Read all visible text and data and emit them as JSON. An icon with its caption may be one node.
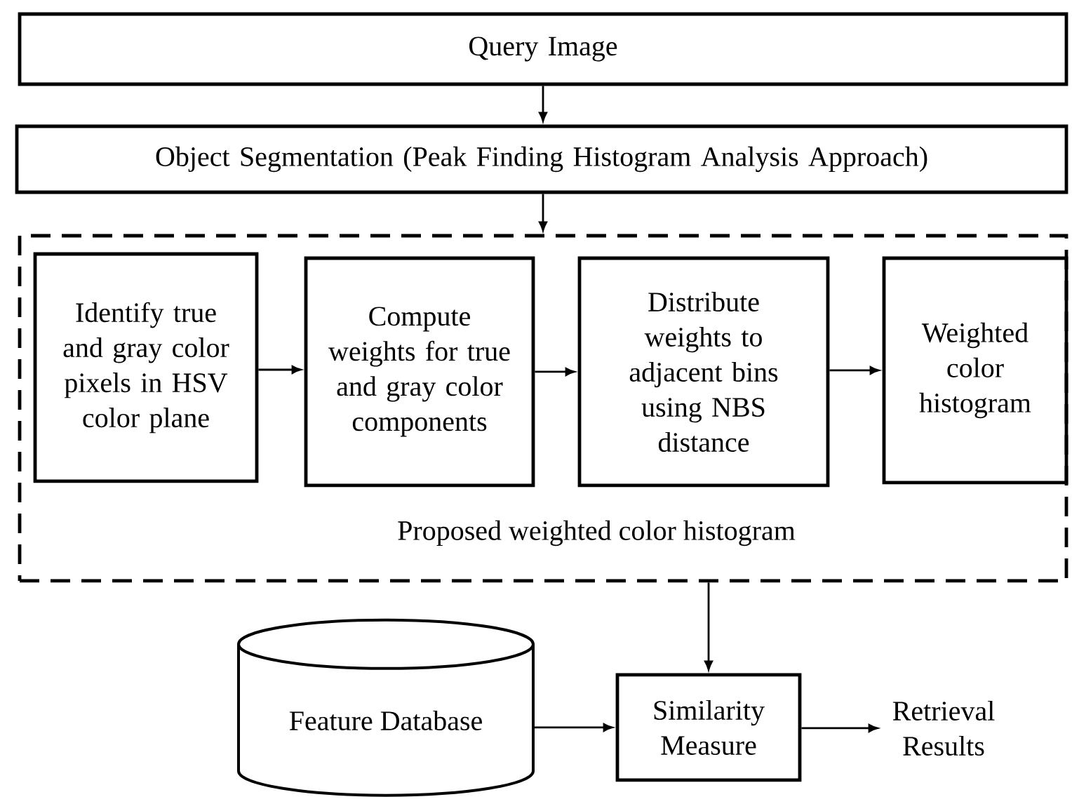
{
  "diagram": {
    "nodes": [
      {
        "text": [
          "Query Image"
        ]
      },
      {
        "text": [
          "Object Segmentation (Peak Finding Histogram Analysis Approach)"
        ]
      },
      {
        "text": [
          "Proposed weighted color histogram"
        ]
      },
      {
        "text": [
          "Identify true and gray color pixels in HSV color plane"
        ],
        "in": 2
      },
      {
        "text": [
          "Compute weights for true and gray color components"
        ],
        "in": 2
      },
      {
        "text": [
          "Distribute weights to adjacent bins using NBS distance"
        ],
        "in": 2
      },
      {
        "text": [
          "Weighted color histogram"
        ],
        "in": 2
      },
      {
        "text": [
          "Feature Database"
        ]
      },
      {
        "text": [
          "Similarity Measure"
        ]
      },
      {
        "text": [
          "Retrieval Results"
        ]
      }
    ],
    "edges": [
      {
        "from": 0,
        "to": 1,
        "arrow": "to"
      },
      {
        "from": 1,
        "to": 2,
        "arrow": "to"
      },
      {
        "from": 3,
        "to": 4,
        "arrow": "to"
      },
      {
        "from": 4,
        "to": 5,
        "arrow": "to"
      },
      {
        "from": 5,
        "to": 6,
        "arrow": "to"
      },
      {
        "from": 2,
        "to": 8,
        "arrow": "to"
      },
      {
        "from": 7,
        "to": 8,
        "arrow": "to"
      },
      {
        "from": 8,
        "to": 9,
        "arrow": "to"
      }
    ]
  }
}
